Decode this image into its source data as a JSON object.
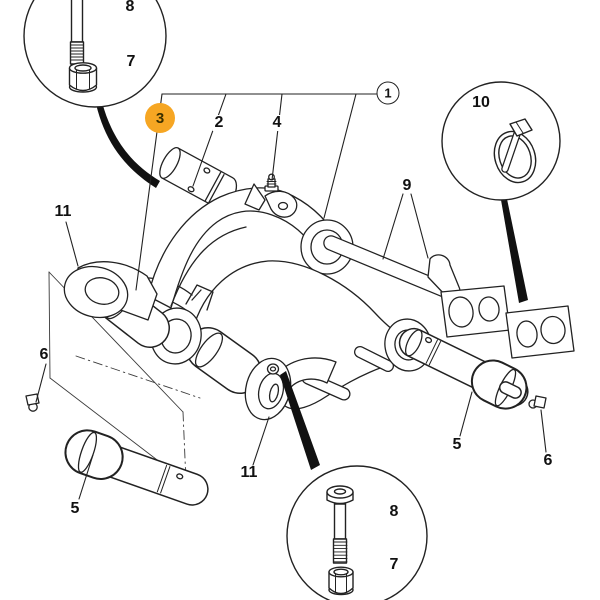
{
  "diagram": {
    "background": "#ffffff",
    "line_color": "#222222",
    "highlight_color": "#F6A623",
    "selected_item": "3",
    "callouts": {
      "item1": "1",
      "item2": "2",
      "item3": "3",
      "item4": "4",
      "item5_left": "5",
      "item5_right": "5",
      "item6_left": "6",
      "item6_right": "6",
      "item7_top": "7",
      "item7_bottom": "7",
      "item8_top": "8",
      "item8_bottom": "8",
      "item9": "9",
      "item10": "10",
      "item11_left": "11",
      "item11_center": "11"
    }
  }
}
